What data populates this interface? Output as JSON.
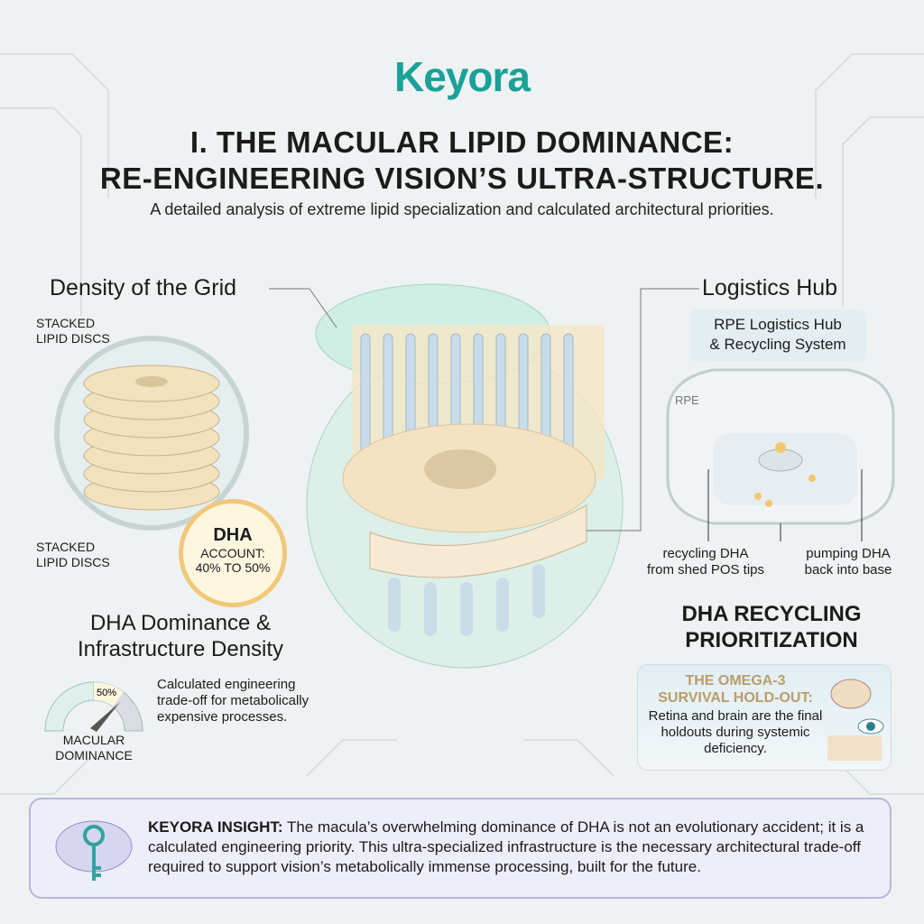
{
  "brand": {
    "logo": "Keyora",
    "accent": "#1aa198"
  },
  "header": {
    "title_line1": "I. THE MACULAR LIPID DOMINANCE:",
    "title_line2": "RE-ENGINEERING VISION’S ULTRA-STRUCTURE.",
    "subtitle": "A detailed analysis of extreme lipid specialization and calculated architectural priorities."
  },
  "left": {
    "density_heading": "Density of the Grid",
    "label_top": "STACKED LIPID DISCS",
    "label_bottom": "STACKED LIPID DISCS",
    "badge_title": "DHA",
    "badge_line1": "ACCOUNT:",
    "badge_line2": "40% TO 50%",
    "dominance_heading_1": "DHA Dominance &",
    "dominance_heading_2": "Infrastructure Density",
    "gauge_value": "50%",
    "gauge_percent": 50,
    "gauge_label_1": "MACULAR",
    "gauge_label_2": "DOMINANCE",
    "gauge_text": "Calculated engineering trade-off for metabolically expensive processes."
  },
  "right": {
    "hub_heading": "Logistics Hub",
    "hub_box_1": "RPE Logistics Hub",
    "hub_box_2": "& Recycling System",
    "rpe_sign": "RPE",
    "label_left_1": "recycling DHA",
    "label_left_2": "from shed POS tips",
    "label_right_1": "pumping DHA",
    "label_right_2": "back into base",
    "recycle_heading_1": "DHA RECYCLING",
    "recycle_heading_2": "PRIORITIZATION",
    "omega_title_1": "THE OMEGA-3",
    "omega_title_2": "SURVIVAL HOLD-OUT:",
    "omega_text": "Retina and brain are the final holdouts during systemic deficiency."
  },
  "insight": {
    "label": "KEYORA INSIGHT:",
    "text": "The macula’s overwhelming dominance of DHA is not an evolutionary accident; it is a calculated engineering priority. This ultra-specialized infrastructure is the necessary architectural trade-off required to support vision’s metabolically immense processing, built for the future."
  }
}
